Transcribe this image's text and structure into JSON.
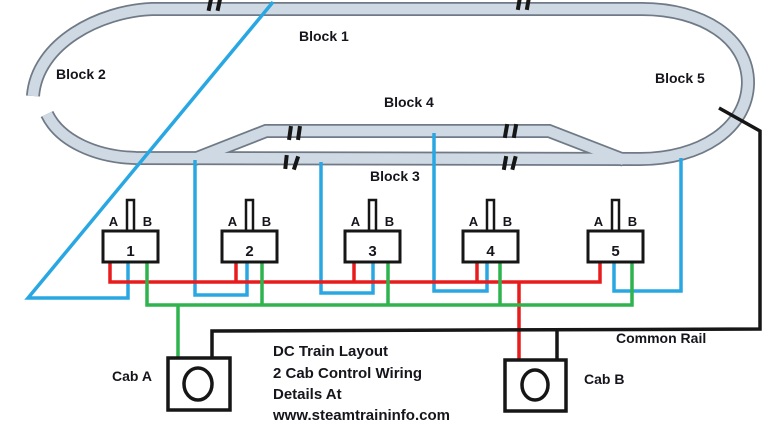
{
  "track": {
    "block_labels": [
      {
        "id": "block-1",
        "label": "Block 1"
      },
      {
        "id": "block-2",
        "label": "Block 2"
      },
      {
        "id": "block-3",
        "label": "Block 3"
      },
      {
        "id": "block-4",
        "label": "Block 4"
      },
      {
        "id": "block-5",
        "label": "Block 5"
      }
    ],
    "gap_marker_count": 6
  },
  "switches": [
    {
      "number": "1",
      "label_a": "A",
      "label_b": "B"
    },
    {
      "number": "2",
      "label_a": "A",
      "label_b": "B"
    },
    {
      "number": "3",
      "label_a": "A",
      "label_b": "B"
    },
    {
      "number": "4",
      "label_a": "A",
      "label_b": "B"
    },
    {
      "number": "5",
      "label_a": "A",
      "label_b": "B"
    }
  ],
  "cabs": {
    "cab_a_label": "Cab A",
    "cab_b_label": "Cab B"
  },
  "common_rail_label": "Common Rail",
  "info_text": {
    "line1": "DC Train Layout",
    "line2": "2 Cab Control Wiring",
    "line3": "Details At",
    "line4": "www.steamtraininfo.com"
  },
  "colors": {
    "track_fill": "#cfd9e3",
    "track_border": "#6f7a86",
    "wire_blue": "#29a7e2",
    "wire_red": "#e81c1c",
    "wire_green": "#2eb34e",
    "wire_black": "#161616"
  }
}
